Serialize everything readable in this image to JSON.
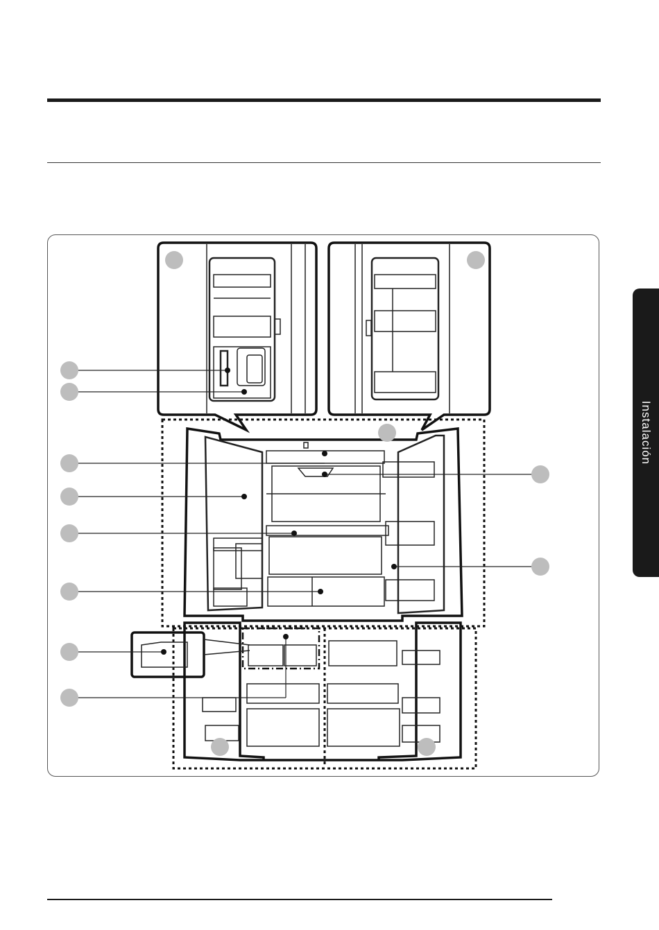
{
  "sidebar": {
    "section_label": "Instalación"
  },
  "diagram": {
    "callouts": [
      {
        "id": "upper-left-door-inset"
      },
      {
        "id": "upper-right-door-inset"
      },
      {
        "id": "left-door-dispenser"
      },
      {
        "id": "left-door-ice-bin"
      },
      {
        "id": "interior-sensor"
      },
      {
        "id": "interior-light"
      },
      {
        "id": "left-door-panel"
      },
      {
        "id": "shelf-center"
      },
      {
        "id": "drawer-front"
      },
      {
        "id": "top-center"
      },
      {
        "id": "right-door-bin-upper"
      },
      {
        "id": "right-door-side"
      },
      {
        "id": "convertible-inset"
      },
      {
        "id": "middle-drawer"
      },
      {
        "id": "freezer-left"
      },
      {
        "id": "freezer-right"
      }
    ]
  }
}
